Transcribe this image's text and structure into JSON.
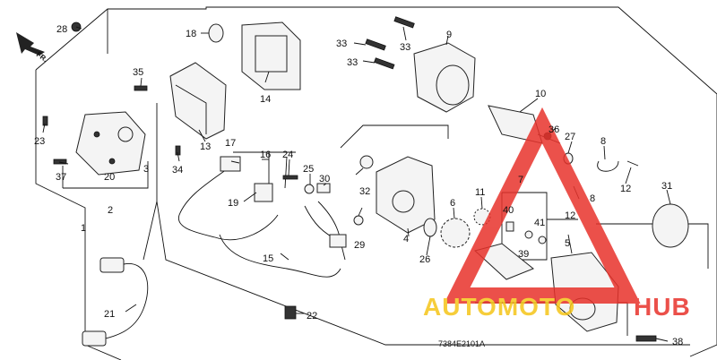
{
  "diagram": {
    "code": "7384E2101A",
    "direction_label": "FR.",
    "labels": [
      "1",
      "2",
      "3",
      "4",
      "5",
      "6",
      "7",
      "8",
      "8",
      "9",
      "10",
      "11",
      "12",
      "12",
      "13",
      "14",
      "15",
      "16",
      "17",
      "18",
      "19",
      "20",
      "21",
      "22",
      "23",
      "24",
      "25",
      "26",
      "27",
      "28",
      "29",
      "30",
      "31",
      "32",
      "33",
      "33",
      "33",
      "34",
      "35",
      "36",
      "37",
      "38",
      "39",
      "40",
      "41"
    ]
  },
  "watermark": {
    "text_a": "AUTOMOTO",
    "text_b": "HUB",
    "color_a": "#f5c518",
    "color_b": "#e8322b",
    "triangle_color": "#e8322b"
  }
}
